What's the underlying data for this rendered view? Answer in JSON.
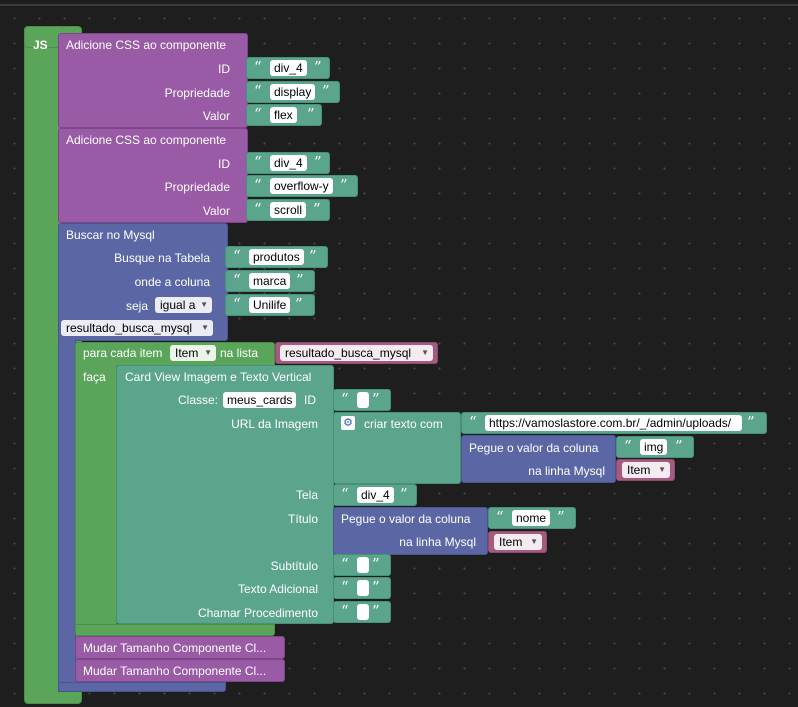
{
  "root": {
    "label": "JS"
  },
  "css_block_1": {
    "title": "Adicione CSS ao componente",
    "id_label": "ID",
    "id_value": "div_4",
    "prop_label": "Propriedade",
    "prop_value": "display",
    "val_label": "Valor",
    "val_value": "flex"
  },
  "css_block_2": {
    "title": "Adicione CSS ao componente",
    "id_label": "ID",
    "id_value": "div_4",
    "prop_label": "Propriedade",
    "prop_value": "overflow-y",
    "val_label": "Valor",
    "val_value": "scroll"
  },
  "mysql": {
    "title": "Buscar no Mysql",
    "table_label": "Busque na Tabela",
    "table_value": "produtos",
    "column_label": "onde a coluna",
    "column_value": "marca",
    "seja_label": "seja",
    "operator": "igual a",
    "match_value": "Unilife",
    "result_var": "resultado_busca_mysql"
  },
  "loop": {
    "prefix": "para cada item",
    "item_var": "Item",
    "list_label": "na lista",
    "list_var": "resultado_busca_mysql",
    "do_label": "faça"
  },
  "card": {
    "title": "Card View Imagem e Texto Vertical",
    "class_label": "Classe:",
    "class_value": "meus_cards",
    "id_label": "ID",
    "url_label": "URL da Imagem",
    "create_text": "criar texto com",
    "url_value": "https://vamoslastore.com.br/_/admin/uploads/",
    "url_col_title": "Pegue o valor da coluna",
    "url_col_value": "img",
    "url_row_label": "na linha Mysql",
    "url_row_var": "Item",
    "tela_label": "Tela",
    "tela_value": "div_4",
    "titulo_label": "Título",
    "titulo_col_title": "Pegue o valor da coluna",
    "titulo_col_value": "nome",
    "titulo_row_label": "na linha Mysql",
    "titulo_row_var": "Item",
    "subtitulo_label": "Subtítulo",
    "texto_label": "Texto Adicional",
    "proc_label": "Chamar Procedimento"
  },
  "resize": {
    "label_1": "Mudar Tamanho Componente Cl...",
    "label_2": "Mudar Tamanho Componente Cl..."
  },
  "quotes": {
    "open": "“",
    "close": "”"
  },
  "icons": {
    "gear": "⚙",
    "dropdown": "▼"
  },
  "colors": {
    "workspace": "#1e1e1e",
    "js": "#5ba55b",
    "css": "#9a5ba6",
    "mysql": "#5b67a5",
    "loop": "#5ba55b",
    "text": "#5ba58c",
    "var": "#a55b80"
  }
}
